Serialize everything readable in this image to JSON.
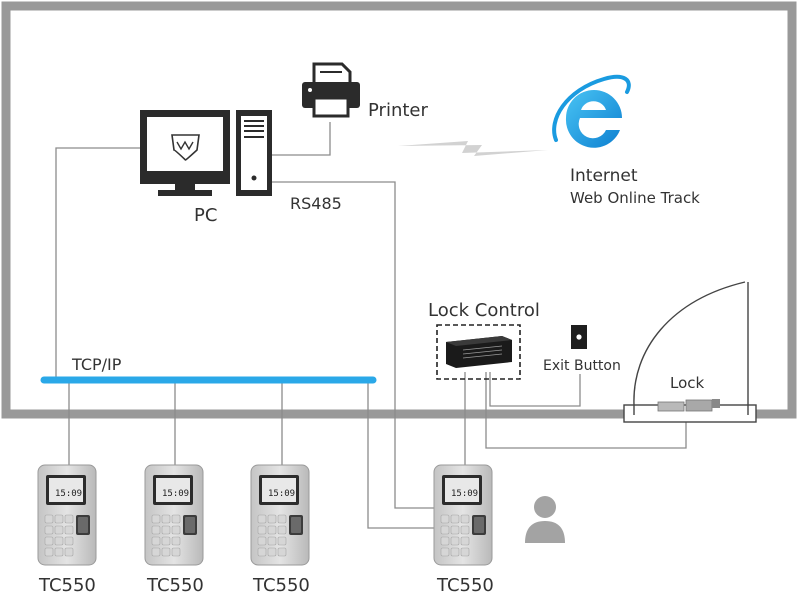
{
  "labels": {
    "printer": "Printer",
    "pc": "PC",
    "rs485": "RS485",
    "internet": "Internet",
    "web_online_track": "Web Online Track",
    "lock_control": "Lock Control",
    "exit_button": "Exit Button",
    "lock": "Lock",
    "tcpip": "TCP/IP"
  },
  "devices": [
    {
      "label": "TC550",
      "screen_time": "15:09"
    },
    {
      "label": "TC550",
      "screen_time": "15:09"
    },
    {
      "label": "TC550",
      "screen_time": "15:09"
    },
    {
      "label": "TC550",
      "screen_time": "15:09"
    }
  ],
  "colors": {
    "building_wall": "#999999",
    "bus": "#2aa8e8",
    "wire": "#8c8c8c",
    "ie_blue": "#1a9be0"
  },
  "icons": [
    "monitor-icon",
    "computer-tower-icon",
    "printer-icon",
    "internet-explorer-icon",
    "lock-controller-icon",
    "exit-button-icon",
    "door-icon",
    "lock-icon",
    "person-icon",
    "fingerprint-terminal-icon"
  ]
}
